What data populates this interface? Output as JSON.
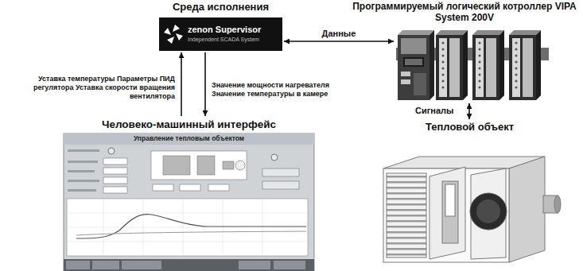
{
  "diagram": {
    "nodes": [
      {
        "text": [
          "Среда исполнения",
          "zenon Supervisor",
          "Independent SCADA System"
        ]
      },
      {
        "text": [
          "Программируемый логический котроллер VIPA System 200V"
        ]
      },
      {
        "text": [
          "Человеко-машинный интерфейс",
          "Управление тепловым объектом"
        ]
      },
      {
        "text": [
          "Тепловой объект"
        ]
      }
    ],
    "edges": [
      {
        "from": 0,
        "to": 1,
        "label": "Данные",
        "arrow": "both"
      },
      {
        "from": 2,
        "to": 0,
        "label": "Уставка температуры Параметры ПИД регулятора Уставка скорости вращения вентилятора",
        "arrow": "to"
      },
      {
        "from": 0,
        "to": 2,
        "label": "Значение мощности нагревателя Значение температуры в камере",
        "arrow": "to"
      },
      {
        "from": 1,
        "to": 3,
        "label": "Сигналы",
        "arrow": "both"
      }
    ]
  }
}
